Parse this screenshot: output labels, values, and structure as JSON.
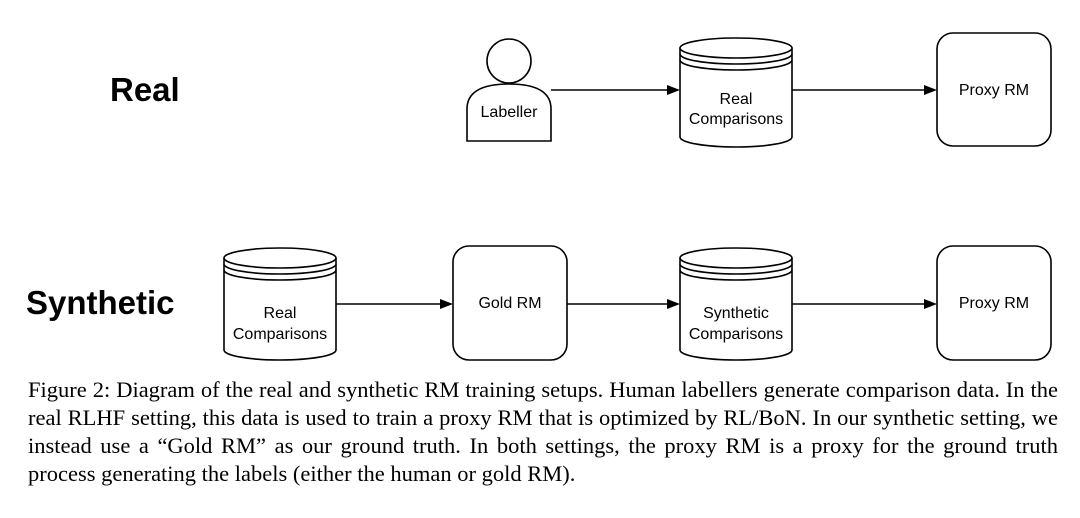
{
  "diagram": {
    "rows": [
      {
        "title": "Real",
        "nodes": [
          {
            "type": "person",
            "label": "Labeller"
          },
          {
            "type": "database",
            "label_lines": [
              "Real",
              "Comparisons"
            ]
          },
          {
            "type": "box",
            "label": "Proxy RM"
          }
        ]
      },
      {
        "title": "Synthetic",
        "nodes": [
          {
            "type": "database",
            "label_lines": [
              "Real",
              "Comparisons"
            ]
          },
          {
            "type": "box",
            "label": "Gold RM"
          },
          {
            "type": "database",
            "label_lines": [
              "Synthetic",
              "Comparisons"
            ]
          },
          {
            "type": "box",
            "label": "Proxy RM"
          }
        ]
      }
    ],
    "edges": [
      {
        "row": 0,
        "from": 0,
        "to": 1
      },
      {
        "row": 0,
        "from": 1,
        "to": 2
      },
      {
        "row": 1,
        "from": 0,
        "to": 1
      },
      {
        "row": 1,
        "from": 1,
        "to": 2
      },
      {
        "row": 1,
        "from": 2,
        "to": 3
      }
    ]
  },
  "caption": "Figure 2: Diagram of the real and synthetic RM training setups. Human labellers generate comparison data. In the real RLHF setting, this data is used to train a proxy RM that is optimized by RL/BoN. In our synthetic setting, we instead use a “Gold RM” as our ground truth. In both settings, the proxy RM is a proxy for the ground truth process generating the labels (either the human or gold RM)."
}
